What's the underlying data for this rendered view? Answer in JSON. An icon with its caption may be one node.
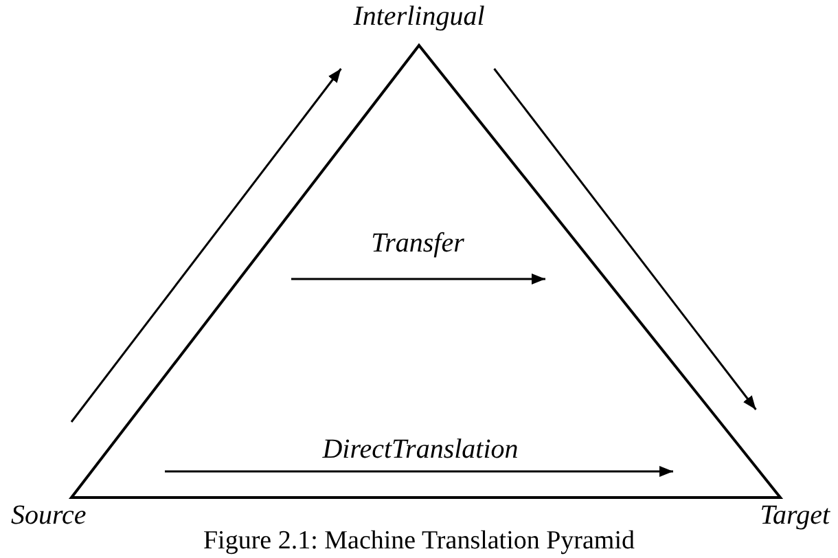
{
  "diagram": {
    "caption": "Figure 2.1: Machine Translation Pyramid",
    "nodes": [
      {
        "text": [
          "Source"
        ]
      },
      {
        "text": [
          "Interlingual"
        ]
      },
      {
        "text": [
          "Target"
        ]
      }
    ],
    "edges": [
      {
        "from": 0,
        "to": 1,
        "arrow": "to"
      },
      {
        "from": 1,
        "to": 2,
        "arrow": "to"
      }
    ],
    "labels": [
      "Transfer",
      "DirectTranslation"
    ]
  }
}
